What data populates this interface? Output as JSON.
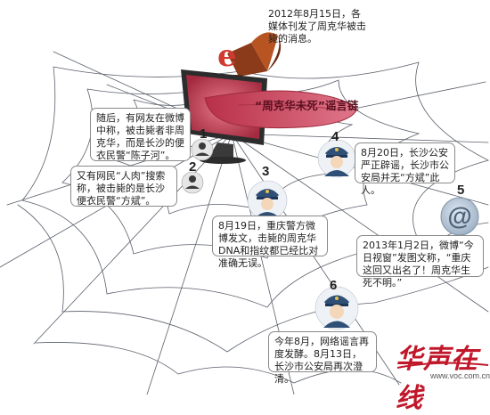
{
  "title": "“周克华未死”谣言链",
  "intro": "2012年8月15日，各媒体刊发了周克华被击毙的消息。",
  "events": [
    {
      "num": "1",
      "text": "随后，有网友在微博中称，被击毙者非周克华，而是长沙的便衣民警“陈子河”。"
    },
    {
      "num": "2",
      "text": "又有网民“人肉”搜索称，被击毙的是长沙便衣民警“方斌”。"
    },
    {
      "num": "3",
      "text": "8月19日，重庆警方微博发文，击毙的周克华DNA和指纹都已经比对准确无误。"
    },
    {
      "num": "4",
      "text": "8月20日，长沙公安严正辟谣，长沙市公安局并无“方斌”此人。"
    },
    {
      "num": "5",
      "text": "2013年1月2日，微博“今日视窗”发图文称，“重庆这回又出名了！周克华生死不明。”"
    },
    {
      "num": "6",
      "text": "今年8月，网络谣言再度发酵。8月13日，长沙市公安局再次澄清。"
    }
  ],
  "brand": "华声在线",
  "url": "www.voc.com.cn",
  "icon_names": [
    "web-browser-icon",
    "megaphone-icon",
    "user-silhouette-icon",
    "police-officer-icon",
    "at-sign-icon"
  ],
  "colors": {
    "tongue": "#c8495e",
    "brand": "#c0182a",
    "web": "#5a5f6b"
  }
}
